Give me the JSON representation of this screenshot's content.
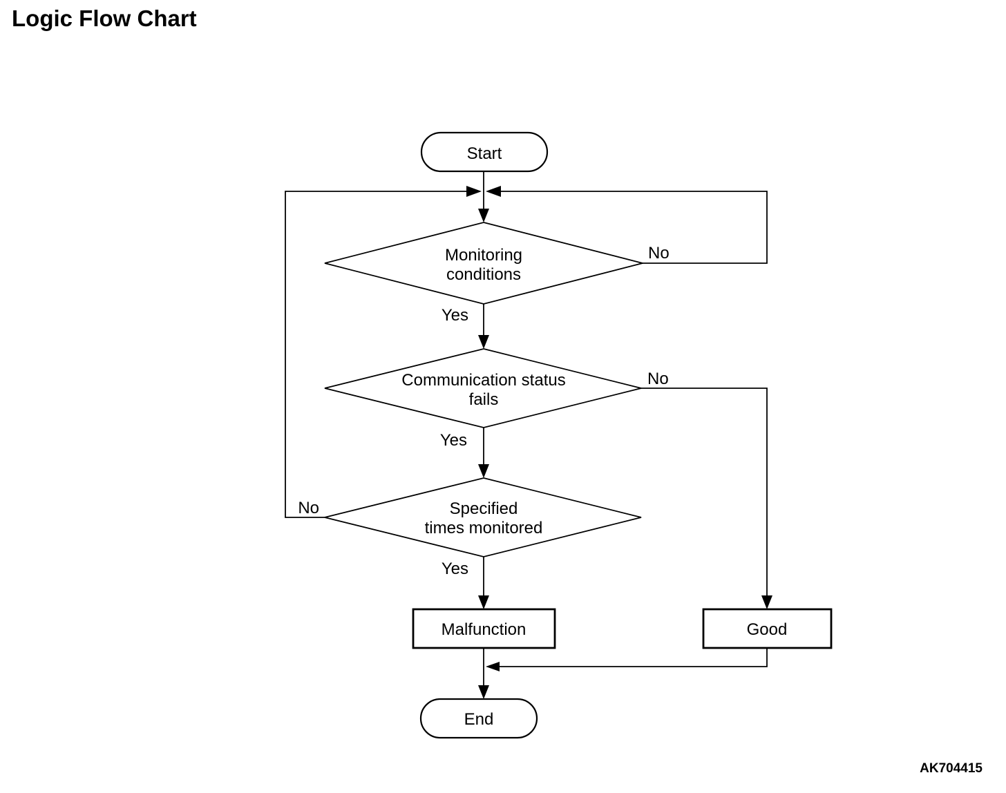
{
  "page": {
    "title": "Logic Flow Chart",
    "figure_code": "AK704415",
    "colors": {
      "background": "#ffffff",
      "line": "#000000",
      "text": "#000000"
    }
  },
  "flowchart": {
    "nodes": {
      "start": {
        "type": "terminator",
        "label": "Start"
      },
      "monitoring_conditions": {
        "type": "decision",
        "line1": "Monitoring",
        "line2": "conditions"
      },
      "communication_status_fails": {
        "type": "decision",
        "line1": "Communication status",
        "line2": "fails"
      },
      "specified_times_monitored": {
        "type": "decision",
        "line1": "Specified",
        "line2": "times monitored"
      },
      "malfunction": {
        "type": "process",
        "label": "Malfunction"
      },
      "good": {
        "type": "process",
        "label": "Good"
      },
      "end": {
        "type": "terminator",
        "label": "End"
      }
    },
    "edge_labels": {
      "monitoring_yes": "Yes",
      "monitoring_no": "No",
      "communication_yes": "Yes",
      "communication_no": "No",
      "specified_yes": "Yes",
      "specified_no": "No"
    },
    "edges": [
      {
        "from": "start",
        "to": "monitoring_conditions",
        "label": ""
      },
      {
        "from": "monitoring_conditions",
        "to": "communication_status_fails",
        "label": "Yes"
      },
      {
        "from": "monitoring_conditions",
        "to": "monitoring_conditions",
        "label": "No"
      },
      {
        "from": "communication_status_fails",
        "to": "specified_times_monitored",
        "label": "Yes"
      },
      {
        "from": "communication_status_fails",
        "to": "good",
        "label": "No"
      },
      {
        "from": "specified_times_monitored",
        "to": "malfunction",
        "label": "Yes"
      },
      {
        "from": "specified_times_monitored",
        "to": "monitoring_conditions",
        "label": "No"
      },
      {
        "from": "malfunction",
        "to": "end",
        "label": ""
      },
      {
        "from": "good",
        "to": "end",
        "label": ""
      }
    ]
  }
}
